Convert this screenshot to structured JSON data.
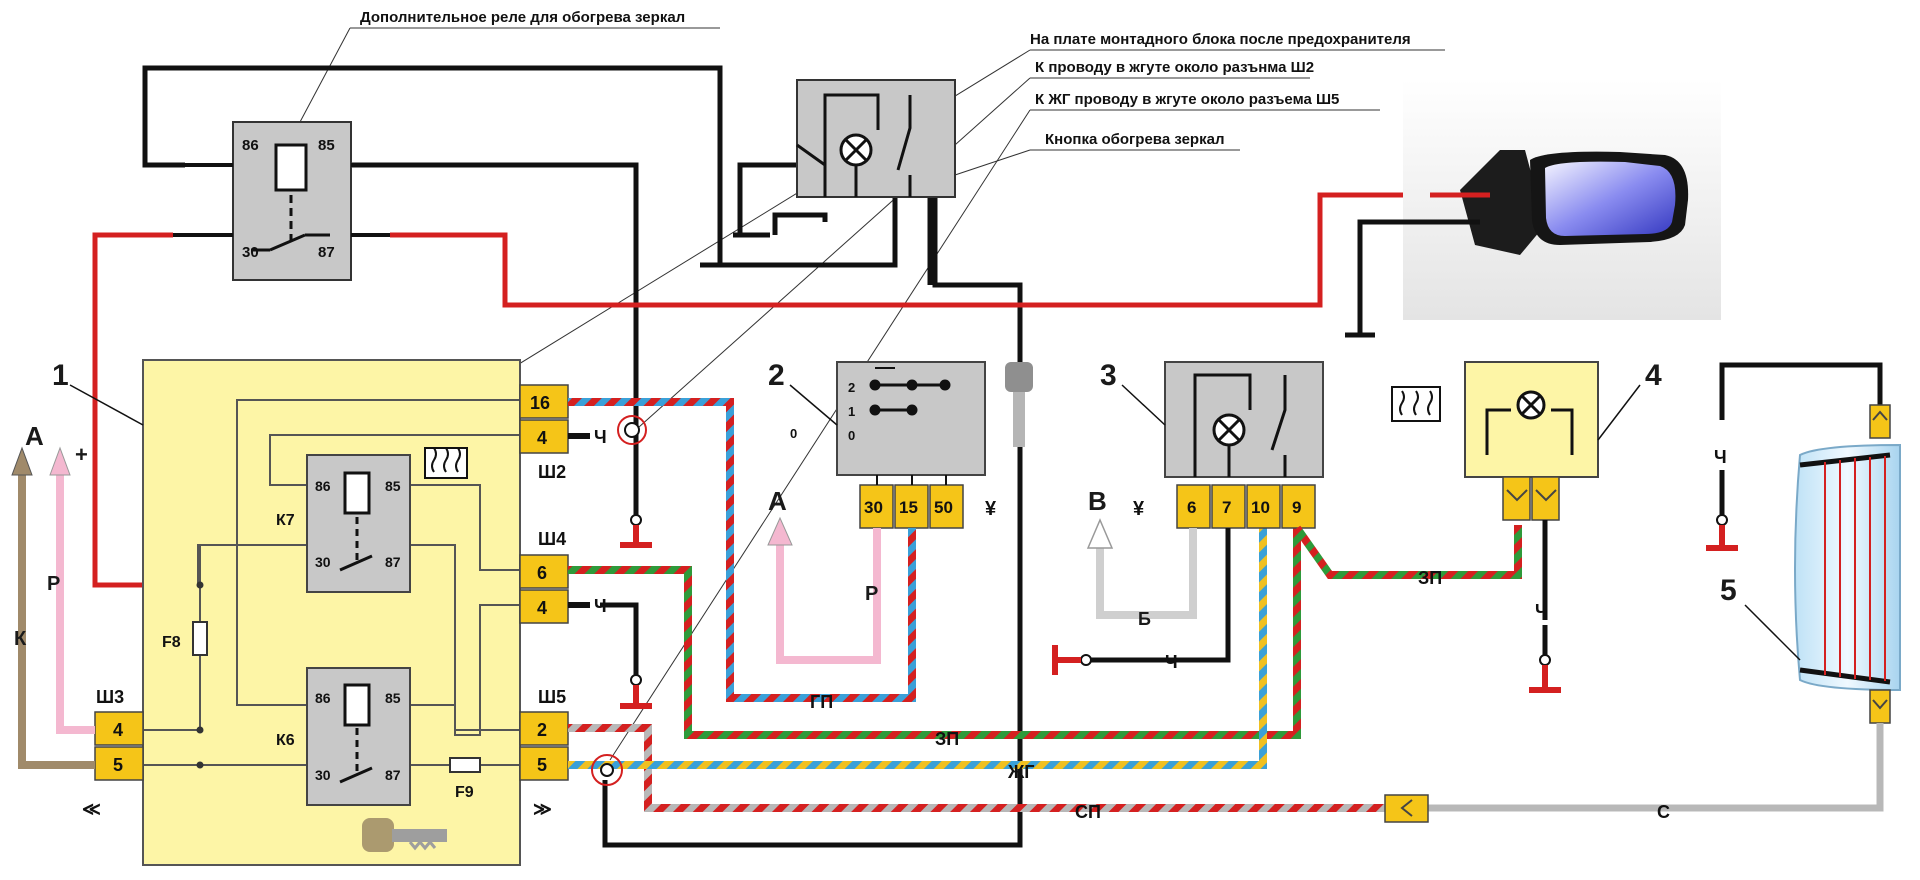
{
  "annotations": {
    "relay_note": "Дополнительное реле для обогрева зеркал",
    "fuse_note": "На плате монтадного блока после предохранителя",
    "sh2_note": "К проводу в жгуте около разънма Ш2",
    "sh5_note": "К ЖГ проводу в жгуте около разъема Ш5",
    "button_note": "Кнопка обогрева зеркал"
  },
  "components": {
    "block_number": "1",
    "ignition_number": "2",
    "switch_number": "3",
    "indicator_number": "4",
    "heater_number": "5",
    "aux_relay_pins": [
      "86",
      "85",
      "30",
      "87"
    ],
    "k7_label": "К7",
    "k6_label": "К6",
    "k7_pins": [
      "86",
      "85",
      "30",
      "87"
    ],
    "k6_pins": [
      "86",
      "85",
      "30",
      "87"
    ],
    "f8": "F8",
    "f9": "F9",
    "ignition_positions": [
      "2",
      "1",
      "0"
    ],
    "ignition_pins": [
      "30",
      "15",
      "50"
    ],
    "switch_pins": [
      "6",
      "7",
      "10",
      "9"
    ]
  },
  "connectors": {
    "sh2": "Ш2",
    "sh4": "Ш4",
    "sh3": "Ш3",
    "sh5": "Ш5",
    "sh2_pins": [
      "16",
      "4"
    ],
    "sh4_pins": [
      "6",
      "4"
    ],
    "sh3_pins": [
      "4",
      "5"
    ],
    "sh5_pins": [
      "2",
      "5"
    ]
  },
  "wires": {
    "ch": "Ч",
    "gp": "ГП",
    "zp": "ЗП",
    "zhg": "ЖГ",
    "sp": "СП",
    "s": "С",
    "b": "Б",
    "r": "Р",
    "k": "К"
  },
  "arrows": {
    "a": "А",
    "b": "В",
    "plus": "+"
  },
  "colors": {
    "block_yellow": "#fdf5a6",
    "relay_gray": "#c8c8c8",
    "pin_orange": "#f5c518",
    "wire_red": "#d42020",
    "wire_blue": "#3aa0d8",
    "wire_green": "#2e9a3a",
    "wire_yellow": "#f0c020",
    "wire_pink": "#f4b8d0",
    "wire_brown": "#a08a6a",
    "wire_gray": "#b8b8b8",
    "wire_black": "#111111"
  }
}
